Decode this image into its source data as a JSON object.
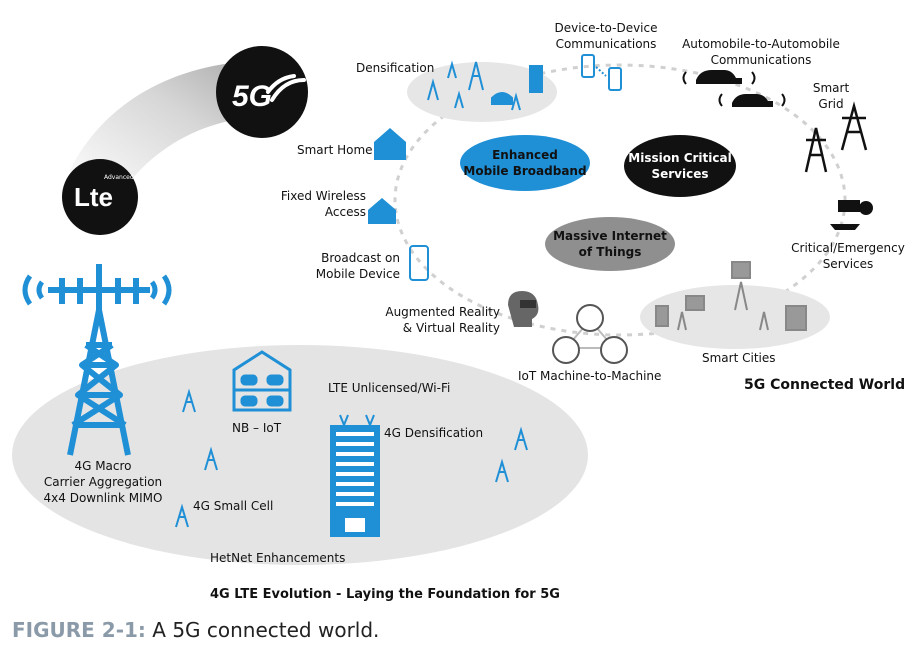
{
  "lte": {
    "logo_text": "Lte",
    "logo_sub": "Advanced Pro",
    "macro_label": [
      "4G Macro",
      "Carrier Aggregation",
      "4x4 Downlink MIMO"
    ],
    "small_cell_label": "4G Small Cell",
    "nb_iot_label": "NB – IoT",
    "unlicensed_label": "LTE Unlicensed/Wi-Fi",
    "densification_label": "4G Densification",
    "hetnet_label": "HetNet Enhancements",
    "foundation_title": "4G LTE Evolution - Laying the Foundation for 5G"
  },
  "fiveg": {
    "logo_text": "5G",
    "world_title": "5G Connected World",
    "pillars": {
      "embb": [
        "Enhanced",
        "Mobile Broadband"
      ],
      "mission": [
        "Mission Critical",
        "Services"
      ],
      "miot": [
        "Massive Internet",
        "of Things"
      ]
    },
    "use_cases": {
      "densification": "Densification",
      "d2d": [
        "Device-to-Device",
        "Communications"
      ],
      "a2a": [
        "Automobile-to-Automobile",
        "Communications"
      ],
      "smart_grid": [
        "Smart",
        "Grid"
      ],
      "smart_home": "Smart Home",
      "fixed_wireless": [
        "Fixed Wireless",
        "Access"
      ],
      "broadcast": [
        "Broadcast on",
        "Mobile Device"
      ],
      "ar_vr": [
        "Augmented Reality",
        "& Virtual Reality"
      ],
      "iot_m2m": "IoT Machine-to-Machine",
      "smart_cities": "Smart Cities",
      "emergency": [
        "Critical/Emergency",
        "Services"
      ]
    }
  },
  "caption": {
    "prefix": "FIGURE 2-1:",
    "text": "A 5G connected world."
  },
  "colors": {
    "accent_blue": "#1f8fd6",
    "black": "#111111",
    "gray_pill": "#8f8f8f",
    "ellipse_gray": "#e4e4e4",
    "caption_gray": "#8a9aa8"
  }
}
